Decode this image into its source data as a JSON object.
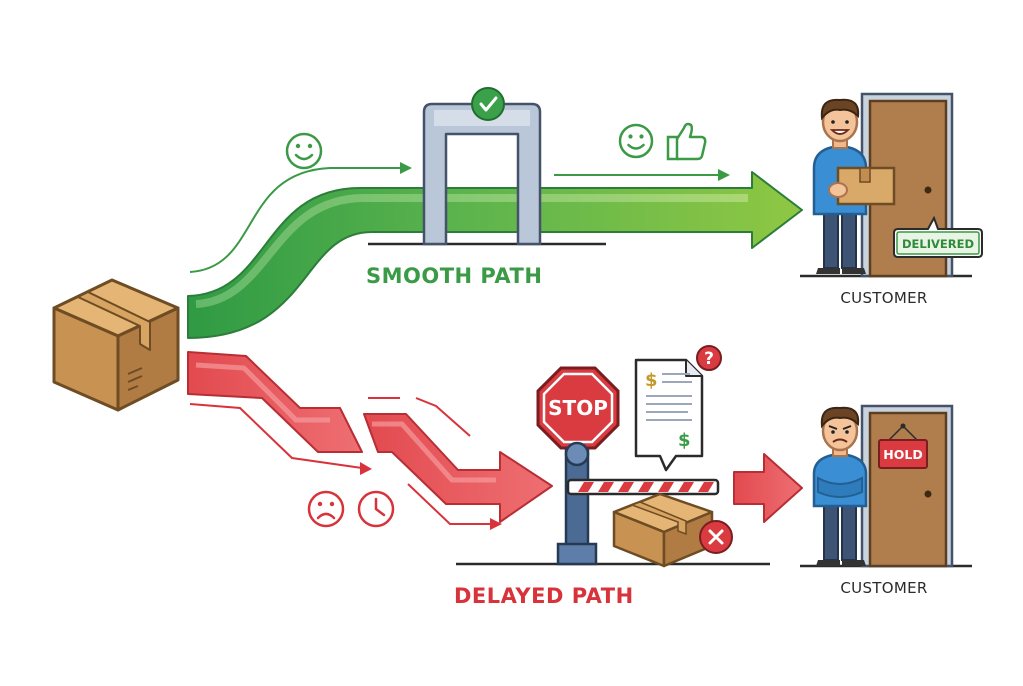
{
  "smooth_path": {
    "label": "SMOOTH PATH",
    "badge": "DELIVERED",
    "color": "#4aa84f"
  },
  "delayed_path": {
    "label": "DELAYED PATH",
    "stop_sign": "STOP",
    "door_sign": "HOLD",
    "color": "#e0474c"
  },
  "customers": {
    "top": "CUSTOMER",
    "bottom": "CUSTOMER"
  },
  "icons": [
    "package-box-icon",
    "security-gate-icon",
    "check-icon",
    "smile-icon",
    "thumbs-up-icon",
    "sad-face-icon",
    "clock-icon",
    "stop-sign-icon",
    "invoice-document-icon",
    "question-icon",
    "barrier-gate-icon",
    "x-icon",
    "door-icon"
  ],
  "glyphs": {
    "dollar": "$",
    "question": "?"
  }
}
